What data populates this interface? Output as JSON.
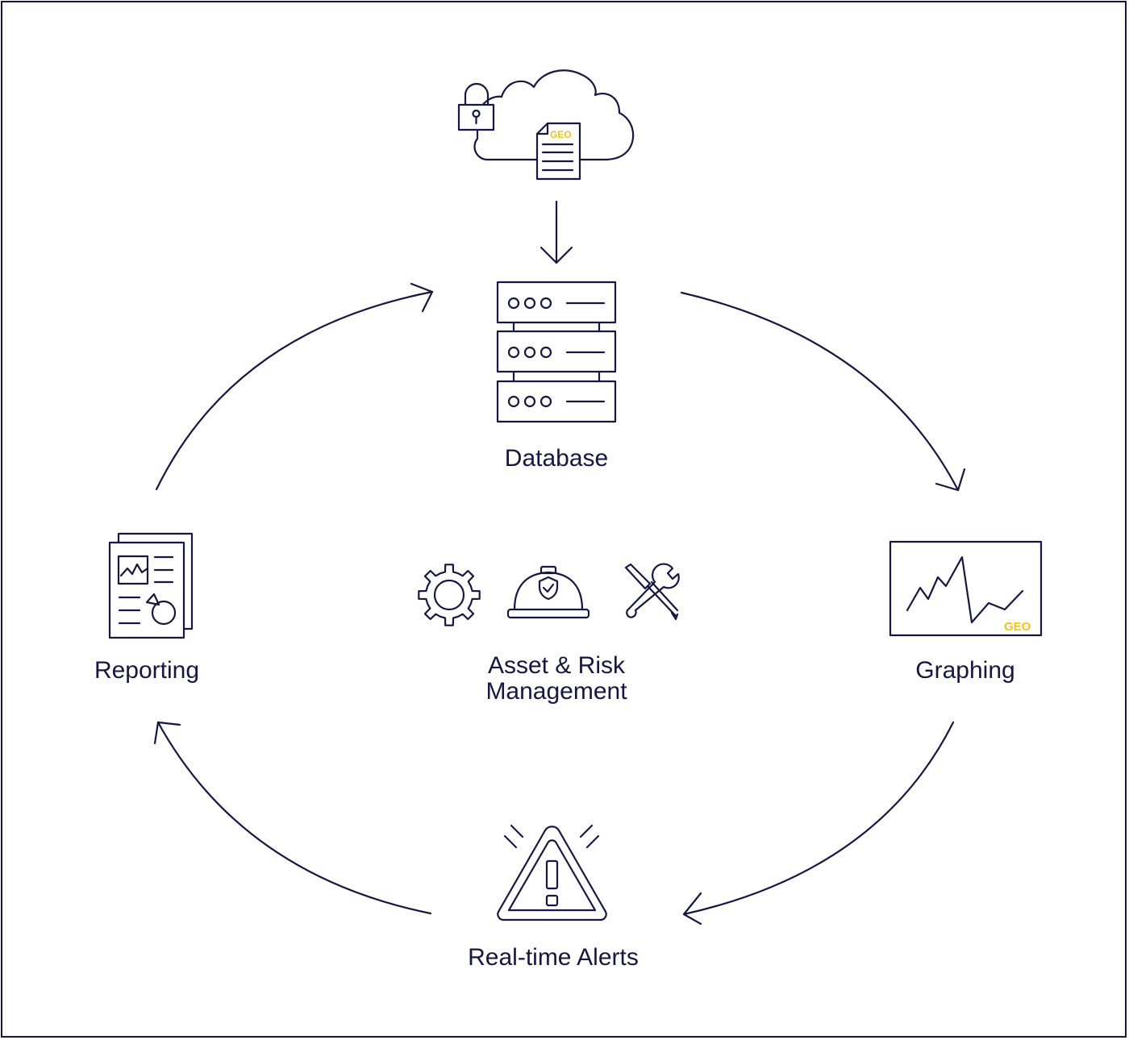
{
  "colors": {
    "stroke": "#15173f",
    "accent": "#f2c316",
    "background": "#ffffff"
  },
  "nodes": {
    "database": {
      "label": "Database",
      "icon": "server-rack-icon"
    },
    "graphing": {
      "label": "Graphing",
      "icon": "line-graph-icon",
      "badge": "GEO"
    },
    "alerts": {
      "label": "Real-time Alerts",
      "icon": "warning-icon"
    },
    "reporting": {
      "label": "Reporting",
      "icon": "report-document-icon"
    },
    "center": {
      "label_line1": "Asset & Risk",
      "label_line2": "Management",
      "icons": [
        "gear-icon",
        "hard-hat-icon",
        "tools-icon"
      ]
    }
  },
  "cloud": {
    "icon": "cloud-icon",
    "file_badge": "GEO",
    "lock_icon": "padlock-icon"
  },
  "flow": [
    "cloud",
    "database",
    "graphing",
    "alerts",
    "reporting",
    "database"
  ]
}
